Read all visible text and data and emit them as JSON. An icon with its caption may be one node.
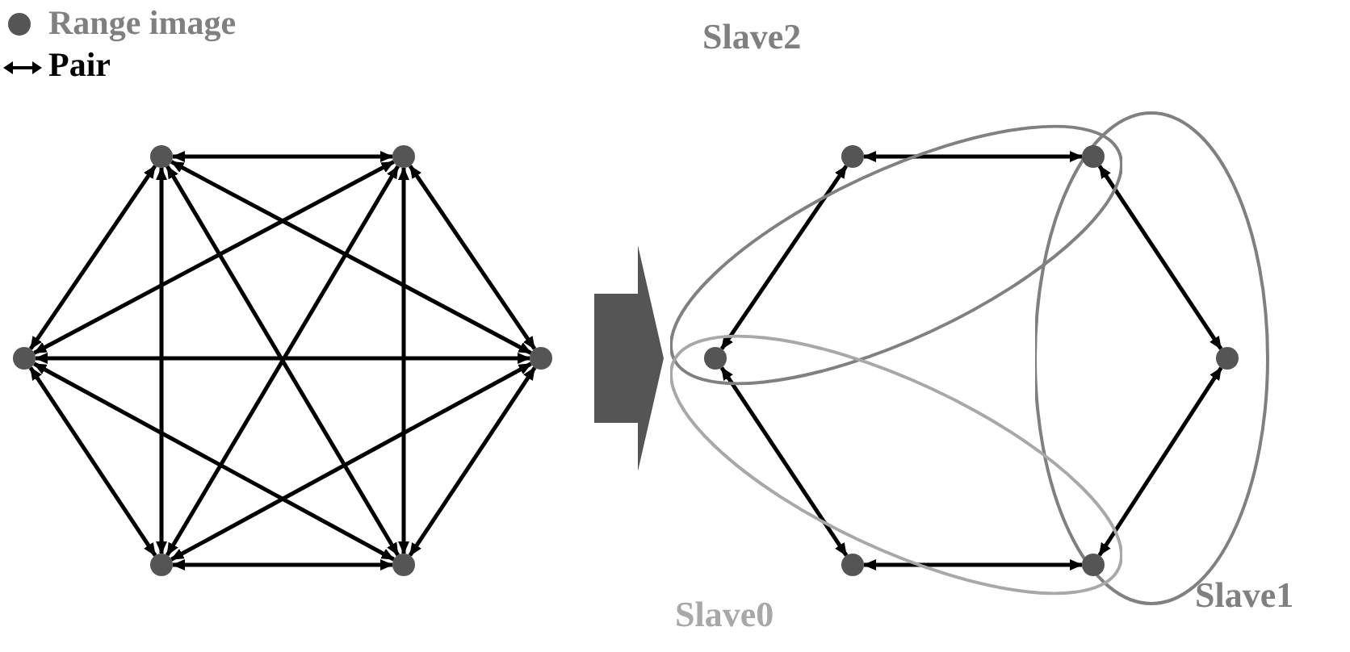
{
  "diagram": {
    "nodes": [
      {
        "text": [],
        "shape": "picture"
      },
      {
        "text": [],
        "shape": "circle",
        "in": 0
      },
      {
        "text": [],
        "shape": "circle",
        "in": 0
      },
      {
        "text": [],
        "shape": "circle",
        "in": 0
      },
      {
        "text": [],
        "shape": "circle",
        "in": 0
      },
      {
        "text": [],
        "shape": "circle",
        "in": 0
      },
      {
        "text": [],
        "shape": "circle",
        "in": 0
      },
      {
        "text": [],
        "shape": "picture"
      },
      {
        "text": [
          "Slave2"
        ],
        "in": 7
      },
      {
        "text": [
          "Slave1"
        ],
        "in": 7
      },
      {
        "text": [
          "Slave0"
        ],
        "in": 7
      },
      {
        "text": [],
        "shape": "circle",
        "in": 8
      },
      {
        "text": [],
        "shape": "circle"
      },
      {
        "text": [],
        "shape": "circle"
      },
      {
        "text": [],
        "shape": "circle",
        "in": 9
      },
      {
        "text": [],
        "shape": "circle",
        "in": 10
      },
      {
        "text": [],
        "shape": "circle"
      }
    ],
    "edges": [
      {
        "from": 1,
        "to": 2,
        "arrow": "both"
      },
      {
        "from": 1,
        "to": 3,
        "arrow": "both"
      },
      {
        "from": 1,
        "to": 4,
        "arrow": "both"
      },
      {
        "from": 1,
        "to": 5,
        "arrow": "both"
      },
      {
        "from": 1,
        "to": 6,
        "arrow": "both"
      },
      {
        "from": 2,
        "to": 3,
        "arrow": "both"
      },
      {
        "from": 2,
        "to": 4,
        "arrow": "both"
      },
      {
        "from": 2,
        "to": 5,
        "arrow": "both"
      },
      {
        "from": 2,
        "to": 6,
        "arrow": "both"
      },
      {
        "from": 3,
        "to": 4,
        "arrow": "both"
      },
      {
        "from": 3,
        "to": 5,
        "arrow": "both"
      },
      {
        "from": 3,
        "to": 6,
        "arrow": "both"
      },
      {
        "from": 4,
        "to": 5,
        "arrow": "both"
      },
      {
        "from": 4,
        "to": 6,
        "arrow": "both"
      },
      {
        "from": 5,
        "to": 6,
        "arrow": "both"
      },
      {
        "from": 0,
        "to": 7,
        "arrow": "to",
        "style": "thick"
      },
      {
        "from": 11,
        "to": 12,
        "arrow": "both"
      },
      {
        "from": 11,
        "to": 13,
        "arrow": "both"
      },
      {
        "from": 12,
        "to": 14,
        "arrow": "both"
      },
      {
        "from": 13,
        "to": 15,
        "arrow": "both"
      },
      {
        "from": 14,
        "to": 16,
        "arrow": "both"
      },
      {
        "from": 15,
        "to": 16,
        "arrow": "both"
      }
    ],
    "legend": [
      {
        "text": "Range image"
      },
      {
        "text": "Pair"
      }
    ]
  }
}
